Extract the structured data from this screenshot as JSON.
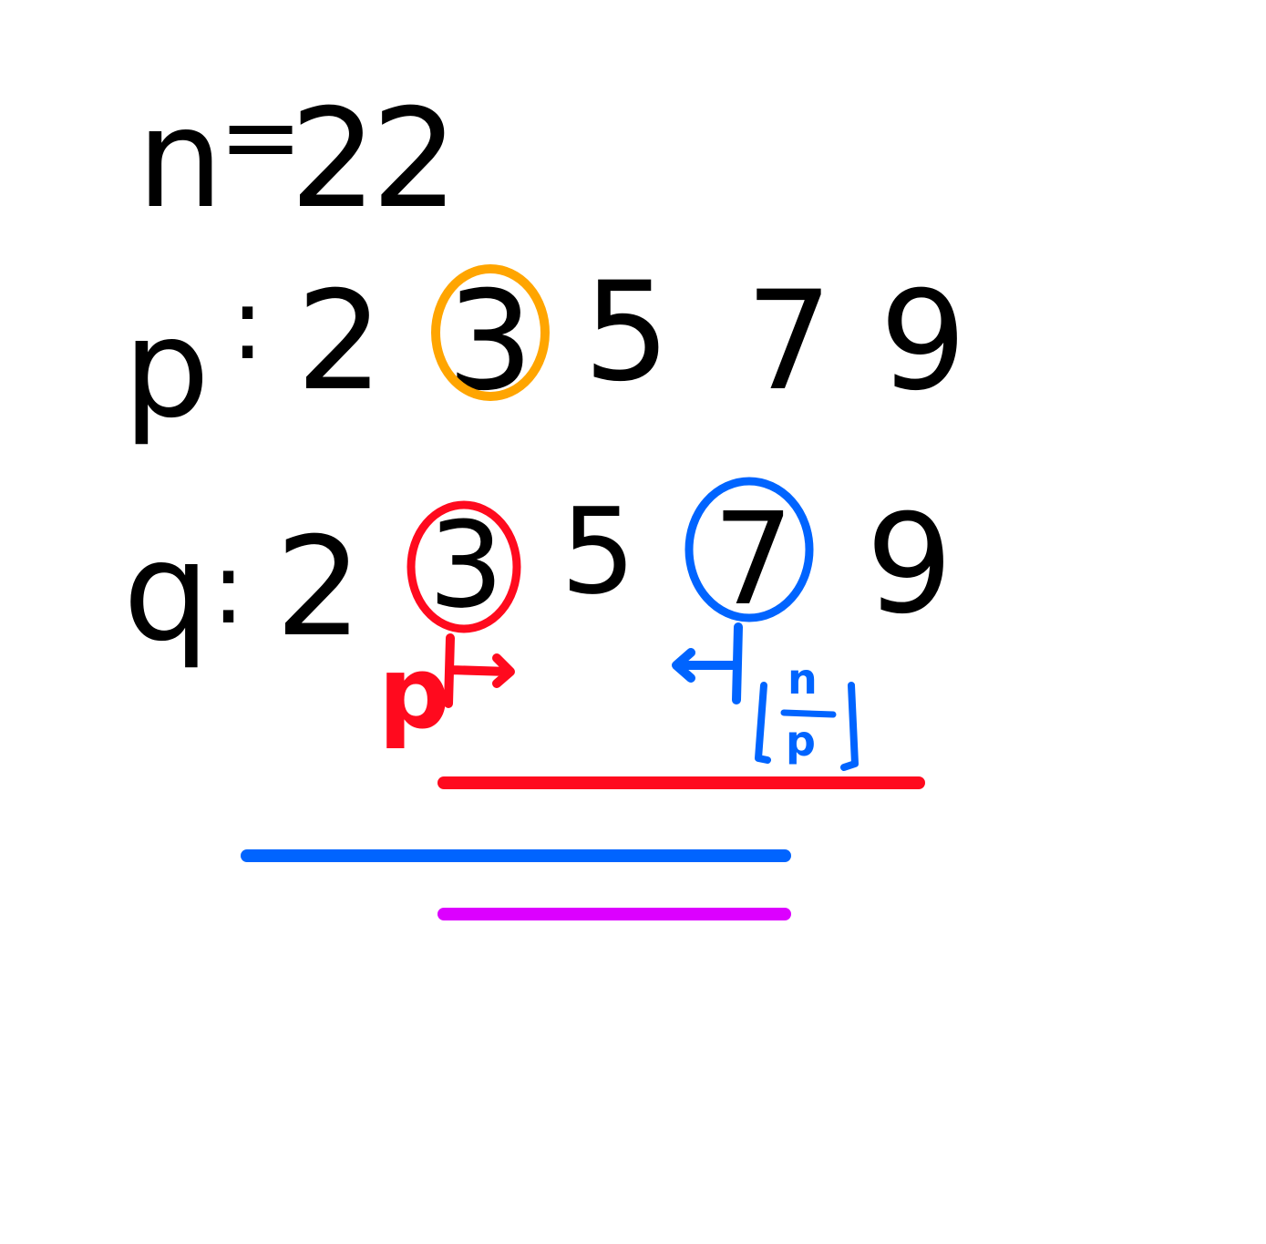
{
  "n_line": {
    "var": "n",
    "eq": "=",
    "value": "22"
  },
  "p_row": {
    "label": "p",
    "colon": ":",
    "values": [
      "2",
      "3",
      "5",
      "7",
      "9"
    ],
    "highlight_index": 1
  },
  "q_row": {
    "label": "q",
    "colon": ":",
    "values": [
      "2",
      "3",
      "5",
      "7",
      "9"
    ],
    "highlight_indices": [
      1,
      3
    ]
  },
  "annotations": {
    "red_label": "p",
    "blue_numerator": "n",
    "blue_denominator": "p"
  },
  "colors": {
    "ink": "#000000",
    "orange": "#FFA500",
    "red": "#FF0A1E",
    "blue": "#0064FF",
    "magenta": "#DC00FF"
  }
}
